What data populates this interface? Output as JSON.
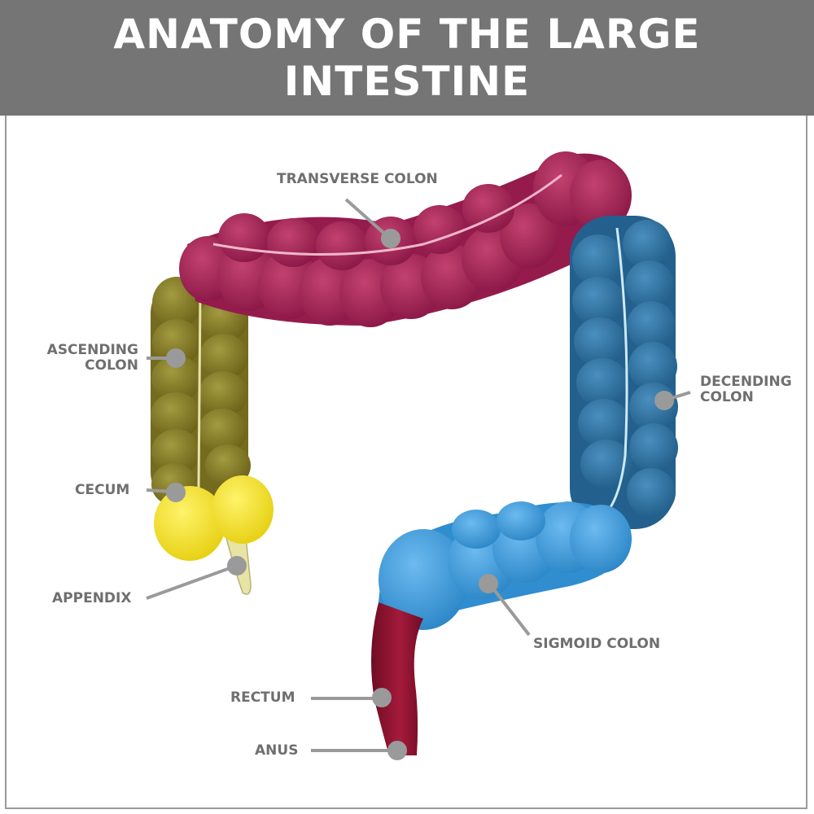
{
  "title": "ANATOMY OF THE LARGE INTESTINE",
  "colors": {
    "header_bg": "#757575",
    "ascending": "#857a22",
    "transverse": "#a8235a",
    "descending": "#2f76a8",
    "sigmoid": "#3f9fdc",
    "cecum": "#f6e424",
    "appendix": "#e8e4a6",
    "rectum": "#8c1230",
    "label_text": "#6f6f6f",
    "leader": "#9a9a9a"
  },
  "labels": {
    "transverse_colon": "TRANSVERSE COLON",
    "ascending_colon": "ASCENDING\nCOLON",
    "decending_colon": "DECENDING\nCOLON",
    "cecum": "CECUM",
    "appendix": "APPENDIX",
    "sigmoid_colon": "SIGMOID COLON",
    "rectum": "RECTUM",
    "anus": "ANUS"
  }
}
